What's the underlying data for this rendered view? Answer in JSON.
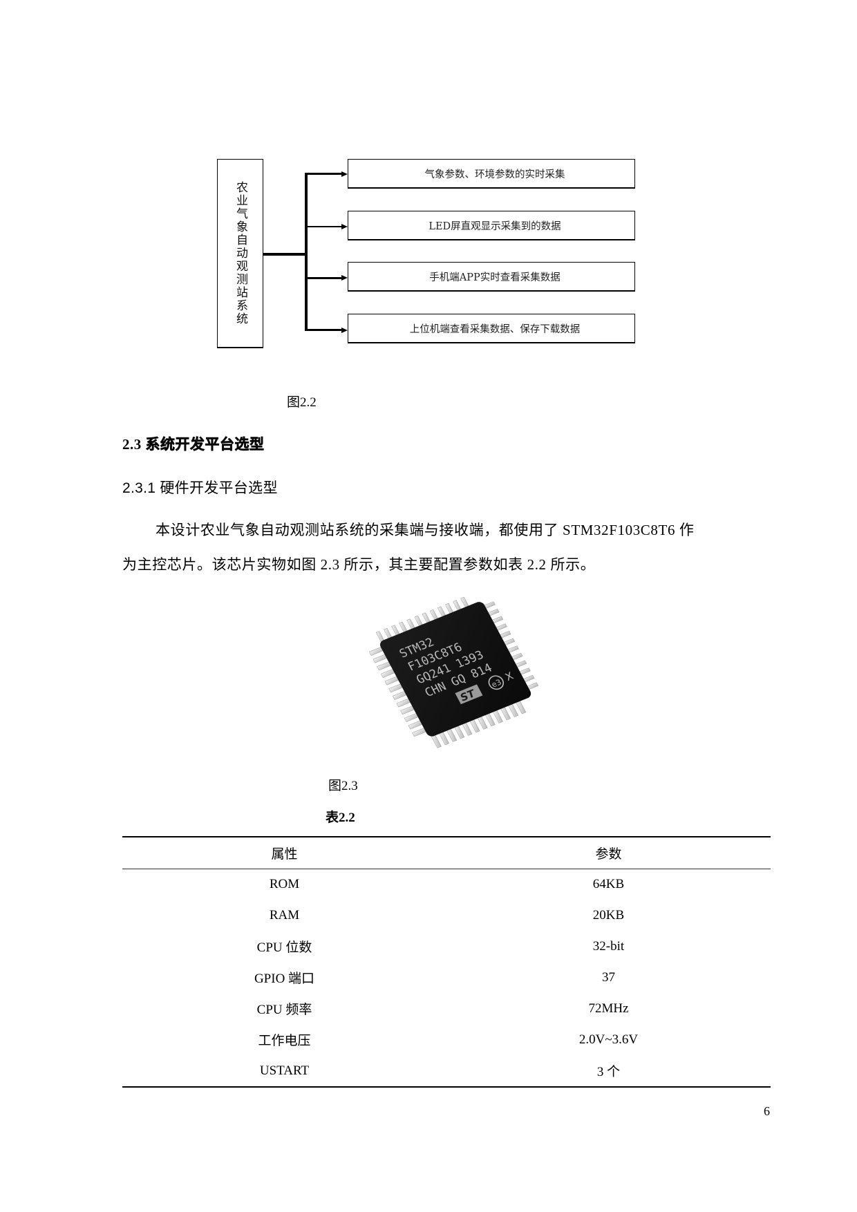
{
  "figure_2_2": {
    "root_label": "农业气象自动观测站系统",
    "boxes": [
      "气象参数、环境参数的实时采集",
      "LED屏直观显示采集到的数据",
      "手机端APP实时查看采集数据",
      "上位机端查看采集数据、保存下载数据"
    ],
    "caption": "图2.2"
  },
  "section_2_3": {
    "number": "2.3",
    "title": "系统开发平台选型"
  },
  "section_2_3_1": {
    "number": "2.3.1",
    "title": "硬件开发平台选型"
  },
  "paragraph": {
    "line1": "本设计农业气象自动观测站系统的采集端与接收端，都使用了 STM32F103C8T6 作",
    "line2": "为主控芯片。该芯片实物如图 2.3 所示，其主要配置参数如表 2.2 所示。"
  },
  "figure_2_3": {
    "chip_markings": [
      "STM32",
      "F103C8T6",
      "GQ241 1393",
      "CHN GQ 814"
    ],
    "chip_logo": "ST",
    "chip_badge": "e3",
    "chip_mark_x": "X",
    "caption": "图2.3"
  },
  "table_2_2": {
    "caption": "表2.2",
    "headers": [
      "属性",
      "参数"
    ],
    "rows": [
      [
        "ROM",
        "64KB"
      ],
      [
        "RAM",
        "20KB"
      ],
      [
        "CPU 位数",
        "32-bit"
      ],
      [
        "GPIO 端口",
        "37"
      ],
      [
        "CPU 频率",
        "72MHz"
      ],
      [
        "工作电压",
        "2.0V~3.6V"
      ],
      [
        "USTART",
        "3 个"
      ]
    ]
  },
  "page_number": "6"
}
